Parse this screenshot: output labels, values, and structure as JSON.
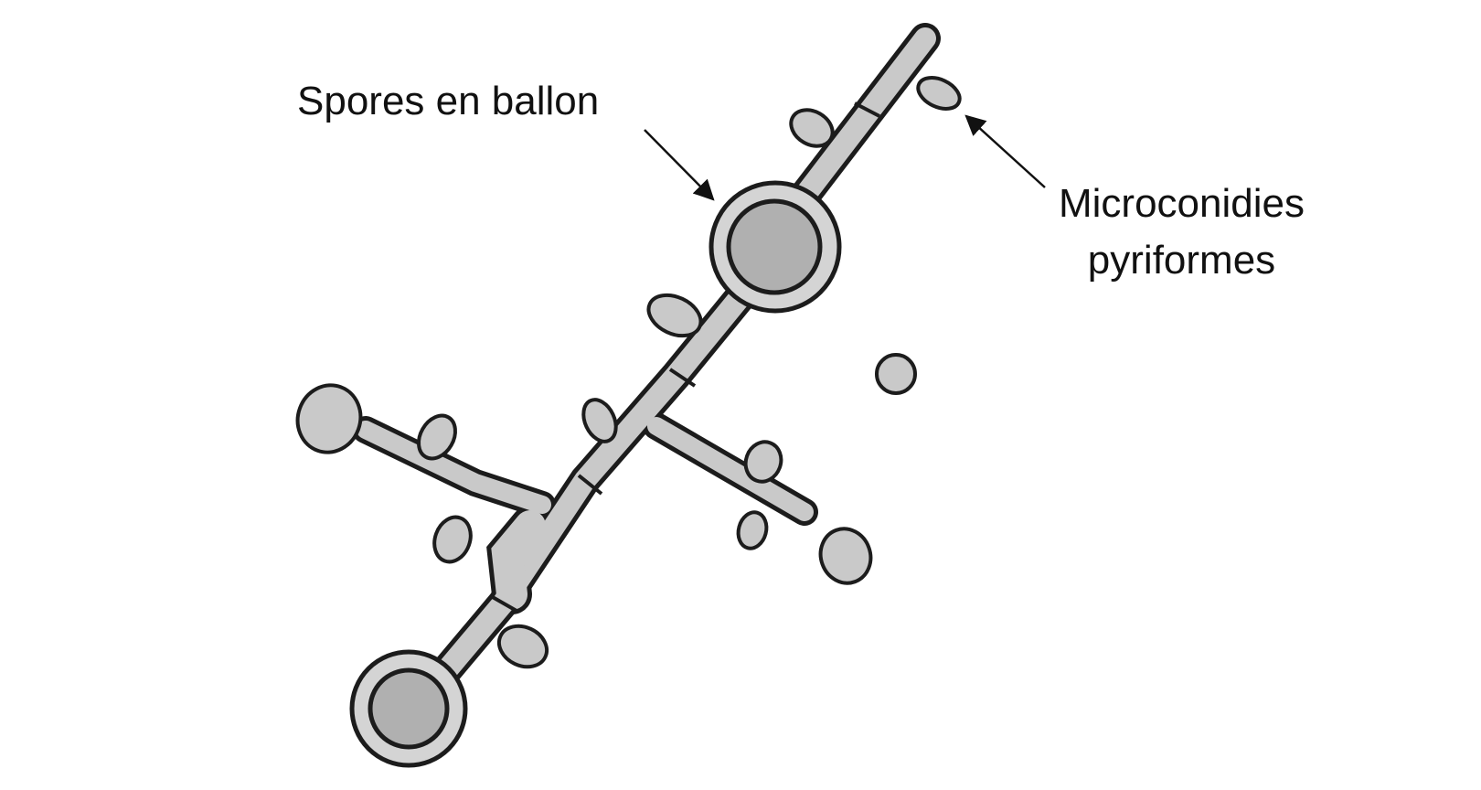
{
  "labels": {
    "spores": "Spores en ballon",
    "micro_line1": "Microconidies",
    "micro_line2": "pyriformes"
  },
  "colors": {
    "outline": "#1c1c1c",
    "fill": "#c9c9c9",
    "fill_dark": "#b3b3b3",
    "arrow": "#111111"
  }
}
